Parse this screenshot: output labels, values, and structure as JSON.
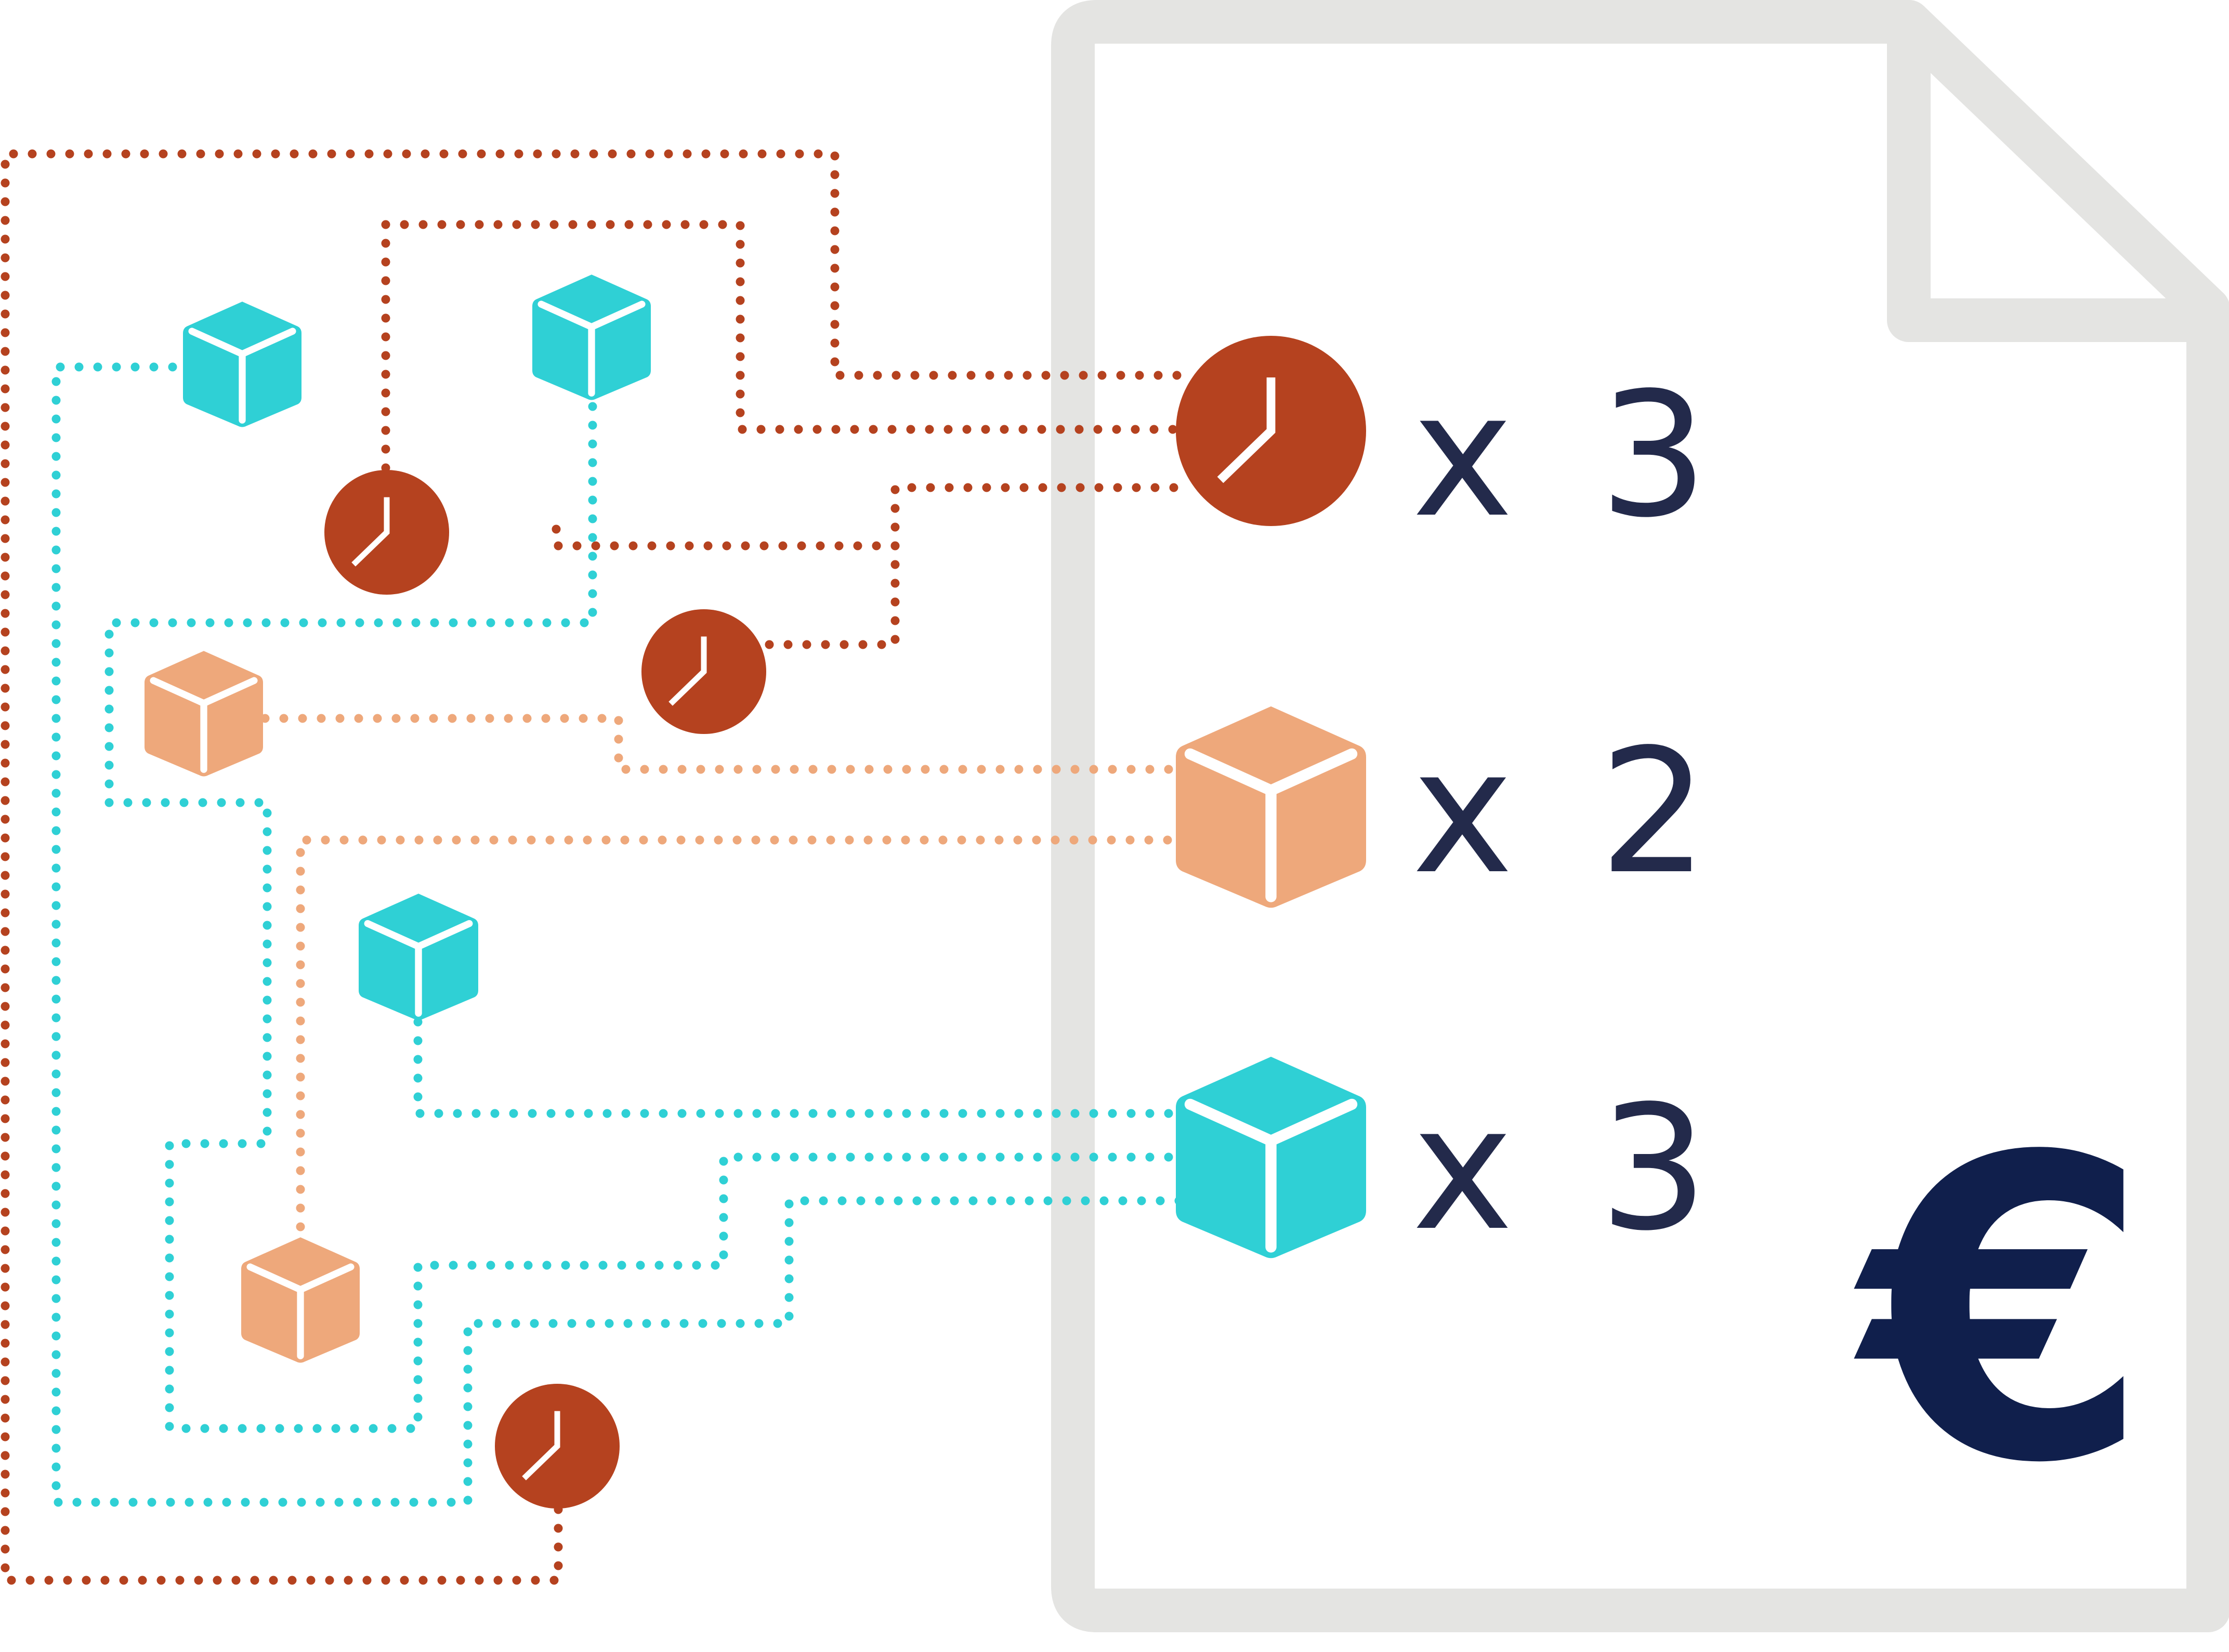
{
  "colors": {
    "document_outline": "#e4e4e2",
    "clock": "#b5421f",
    "orange_cube": "#eea87b",
    "cyan_cube": "#2fd0d5",
    "label_text": "#232a4b",
    "currency": "#101f4c"
  },
  "legend": [
    {
      "icon": "clock-icon",
      "label": "x 3"
    },
    {
      "icon": "orange-cube-icon",
      "label": "x 2"
    },
    {
      "icon": "cyan-cube-icon",
      "label": "x 3"
    }
  ],
  "currency_symbol": "€"
}
